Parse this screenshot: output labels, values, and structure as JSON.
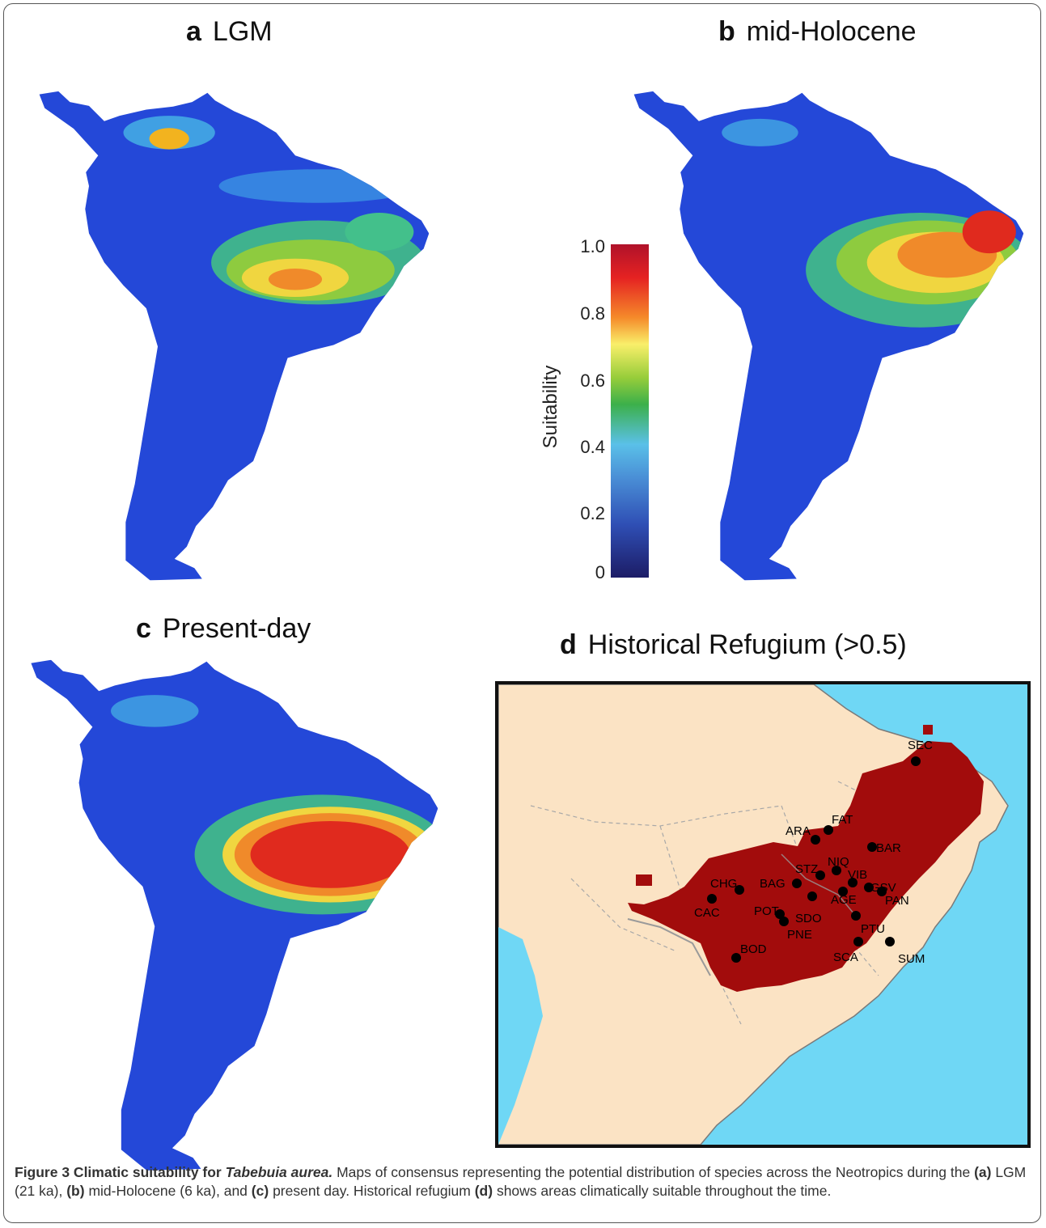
{
  "panels": [
    {
      "letter": "a",
      "title": "LGM"
    },
    {
      "letter": "b",
      "title": "mid-Holocene"
    },
    {
      "letter": "c",
      "title": "Present-day"
    },
    {
      "letter": "d",
      "title": "Historical Refugium (>0.5)"
    }
  ],
  "colorbar": {
    "label": "Suitability",
    "ticks": [
      "1.0",
      "0.8",
      "0.6",
      "0.4",
      "0.2",
      "0"
    ],
    "colors": [
      "#1c1c66",
      "#2f4fb5",
      "#4a8fd6",
      "#5ac0e8",
      "#3cb04a",
      "#97cd3a",
      "#f9ef6a",
      "#f58a2a",
      "#e52222",
      "#b0122a"
    ]
  },
  "refugium_map": {
    "colors": {
      "ocean": "#6fd7f5",
      "land": "#fbe3c4",
      "refugium": "#a20c0c",
      "site": "#000000",
      "border": "#9a9a9a"
    },
    "sites": [
      "SEC",
      "FAT",
      "ARA",
      "BAR",
      "NIQ",
      "STZ",
      "VIB",
      "GSV",
      "CHG",
      "BAG",
      "PAN",
      "AGE",
      "CAC",
      "POT",
      "SDO",
      "PNE",
      "PTU",
      "BOD",
      "SCA",
      "SUM"
    ]
  },
  "caption": {
    "title": "Figure 3 Climatic suitability for",
    "species": "Tabebuia aurea.",
    "text1": "Maps of consensus representing the potential distribution of species across the Neotropics during the",
    "a": "(a)",
    "t_a": "LGM (21 ka),",
    "b": "(b)",
    "t_b": "mid-Holocene (6 ka), and",
    "c": "(c)",
    "t_c": "present day. Historical refugium",
    "d": "(d)",
    "t_d": "shows areas climatically suitable throughout the time."
  }
}
